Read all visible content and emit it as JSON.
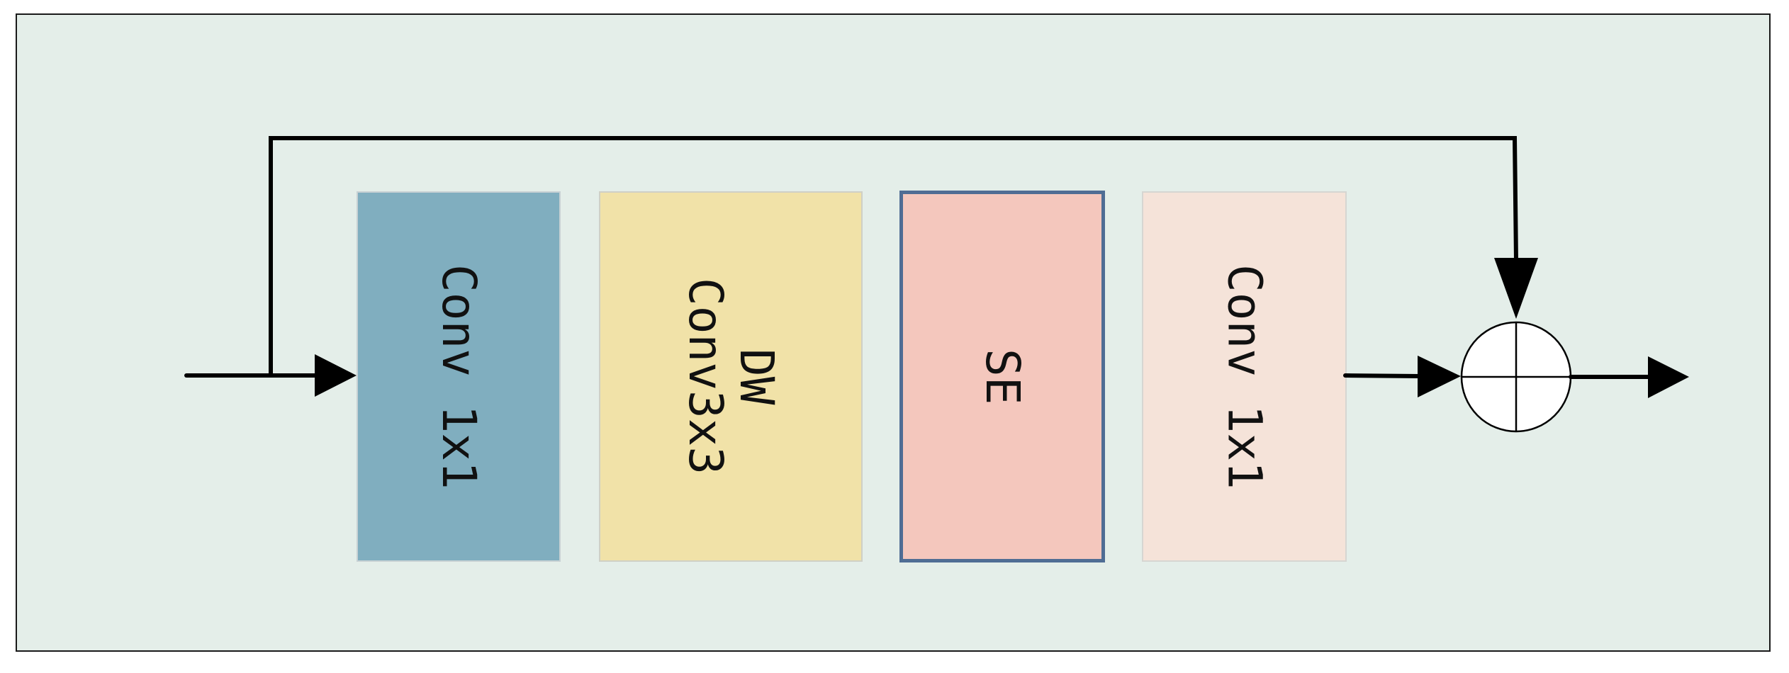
{
  "diagram": {
    "blocks": [
      {
        "id": "conv1x1-a",
        "label": "Conv 1x1",
        "fill": "#80aebf"
      },
      {
        "id": "dwconv",
        "label": "DW\nConv3x3",
        "fill": "#f1e2a8"
      },
      {
        "id": "se",
        "label": "SE",
        "fill": "#f4c7bd",
        "border": "#4f6d94"
      },
      {
        "id": "conv1x1-b",
        "label": "Conv 1x1",
        "fill": "#f5e3d9"
      }
    ],
    "background": "#e4eee9",
    "adder_symbol": "circle-plus"
  }
}
